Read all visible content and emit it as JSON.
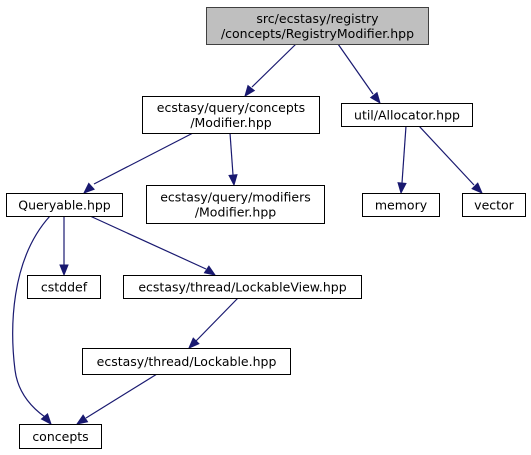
{
  "graph": {
    "edge_color": "#191970",
    "root_fill": "#bfbfbf",
    "nodes": [
      {
        "id": "registry_modifier",
        "lines": [
          "src/ecstasy/registry",
          "/concepts/RegistryModifier.hpp"
        ],
        "root": true
      },
      {
        "id": "query_modifier",
        "lines": [
          "ecstasy/query/concepts",
          "/Modifier.hpp"
        ]
      },
      {
        "id": "allocator",
        "lines": [
          "util/Allocator.hpp"
        ]
      },
      {
        "id": "queryable",
        "lines": [
          "Queryable.hpp"
        ]
      },
      {
        "id": "modifiers_modifier",
        "lines": [
          "ecstasy/query/modifiers",
          "/Modifier.hpp"
        ]
      },
      {
        "id": "memory",
        "lines": [
          "memory"
        ]
      },
      {
        "id": "vector",
        "lines": [
          "vector"
        ]
      },
      {
        "id": "cstddef",
        "lines": [
          "cstddef"
        ]
      },
      {
        "id": "lockable_view",
        "lines": [
          "ecstasy/thread/LockableView.hpp"
        ]
      },
      {
        "id": "lockable",
        "lines": [
          "ecstasy/thread/Lockable.hpp"
        ]
      },
      {
        "id": "concepts",
        "lines": [
          "concepts"
        ]
      }
    ],
    "edges": [
      {
        "from": "registry_modifier",
        "to": "query_modifier"
      },
      {
        "from": "registry_modifier",
        "to": "allocator"
      },
      {
        "from": "query_modifier",
        "to": "queryable"
      },
      {
        "from": "query_modifier",
        "to": "modifiers_modifier"
      },
      {
        "from": "allocator",
        "to": "memory"
      },
      {
        "from": "allocator",
        "to": "vector"
      },
      {
        "from": "queryable",
        "to": "cstddef"
      },
      {
        "from": "queryable",
        "to": "lockable_view"
      },
      {
        "from": "queryable",
        "to": "concepts"
      },
      {
        "from": "lockable_view",
        "to": "lockable"
      },
      {
        "from": "lockable",
        "to": "concepts"
      }
    ]
  }
}
